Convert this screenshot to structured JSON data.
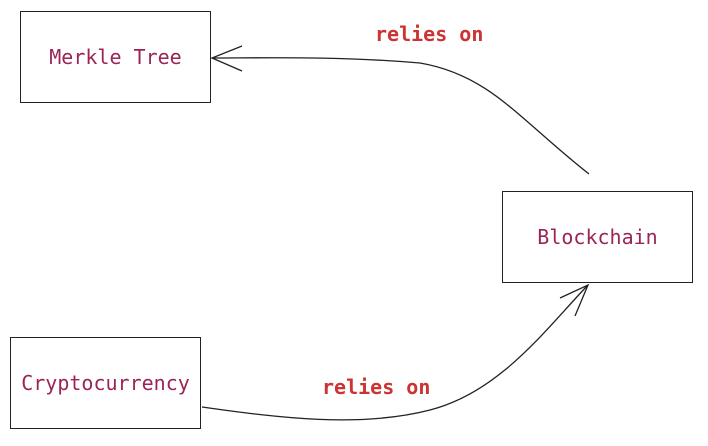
{
  "nodes": {
    "merkle_tree": "Merkle Tree",
    "blockchain": "Blockchain",
    "cryptocurrency": "Cryptocurrency"
  },
  "edges": [
    {
      "from": "Blockchain",
      "to": "Merkle Tree",
      "label": "relies on"
    },
    {
      "from": "Cryptocurrency",
      "to": "Blockchain",
      "label": "relies on"
    }
  ],
  "colors": {
    "node_text": "#9b2456",
    "edge_label": "#cc3333",
    "line": "#222222"
  }
}
